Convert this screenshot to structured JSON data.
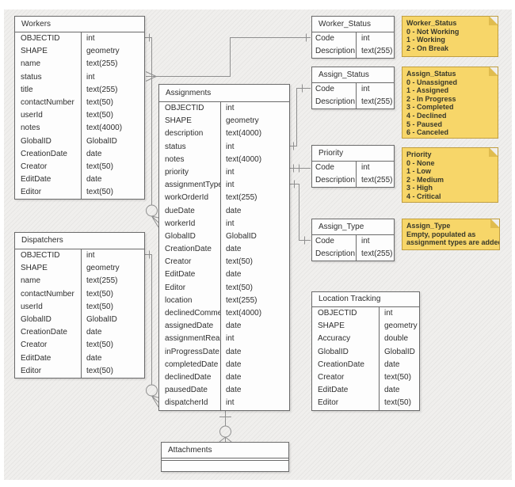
{
  "colors": {
    "canvas_background": "#F0EFED",
    "table_fill": "#FDFDFD",
    "table_border": "#6A6A6A",
    "connector_line": "#8F8F8F",
    "note_fill": "#F7D669",
    "note_fold": "#E0BC4E",
    "note_border": "#C09E40",
    "text": "#2E2E2E"
  },
  "tables": [
    {
      "id": "workers",
      "title": "Workers",
      "fields": [
        {
          "name": "OBJECTID",
          "type": "int"
        },
        {
          "name": "SHAPE",
          "type": "geometry"
        },
        {
          "name": "name",
          "type": "text(255)"
        },
        {
          "name": "status",
          "type": "int"
        },
        {
          "name": "title",
          "type": "text(255)"
        },
        {
          "name": "contactNumber",
          "type": "text(50)"
        },
        {
          "name": "userId",
          "type": "text(50)"
        },
        {
          "name": "notes",
          "type": "text(4000)"
        },
        {
          "name": "GlobalID",
          "type": "GlobalID"
        },
        {
          "name": "CreationDate",
          "type": "date"
        },
        {
          "name": "Creator",
          "type": "text(50)"
        },
        {
          "name": "EditDate",
          "type": "date"
        },
        {
          "name": "Editor",
          "type": "text(50)"
        }
      ]
    },
    {
      "id": "dispatchers",
      "title": "Dispatchers",
      "fields": [
        {
          "name": "OBJECTID",
          "type": "int"
        },
        {
          "name": "SHAPE",
          "type": "geometry"
        },
        {
          "name": "name",
          "type": "text(255)"
        },
        {
          "name": "contactNumber",
          "type": "text(50)"
        },
        {
          "name": "userId",
          "type": "text(50)"
        },
        {
          "name": "GlobalID",
          "type": "GlobalID"
        },
        {
          "name": "CreationDate",
          "type": "date"
        },
        {
          "name": "Creator",
          "type": "text(50)"
        },
        {
          "name": "EditDate",
          "type": "date"
        },
        {
          "name": "Editor",
          "type": "text(50)"
        }
      ]
    },
    {
      "id": "assignments",
      "title": "Assignments",
      "fields": [
        {
          "name": "OBJECTID",
          "type": "int"
        },
        {
          "name": "SHAPE",
          "type": "geometry"
        },
        {
          "name": "description",
          "type": "text(4000)"
        },
        {
          "name": "status",
          "type": "int"
        },
        {
          "name": "notes",
          "type": "text(4000)"
        },
        {
          "name": "priority",
          "type": "int"
        },
        {
          "name": "assignmentType",
          "type": "int"
        },
        {
          "name": "workOrderId",
          "type": "text(255)"
        },
        {
          "name": "dueDate",
          "type": "date"
        },
        {
          "name": "workerId",
          "type": "int"
        },
        {
          "name": "GlobalID",
          "type": "GlobalID"
        },
        {
          "name": "CreationDate",
          "type": "date"
        },
        {
          "name": "Creator",
          "type": "text(50)"
        },
        {
          "name": "EditDate",
          "type": "date"
        },
        {
          "name": "Editor",
          "type": "text(50)"
        },
        {
          "name": "location",
          "type": "text(255)"
        },
        {
          "name": "declinedComment",
          "type": "text(4000)"
        },
        {
          "name": "assignedDate",
          "type": "date"
        },
        {
          "name": "assignmentRead",
          "type": "int"
        },
        {
          "name": "inProgressDate",
          "type": "date"
        },
        {
          "name": "completedDate",
          "type": "date"
        },
        {
          "name": "declinedDate",
          "type": "date"
        },
        {
          "name": "pausedDate",
          "type": "date"
        },
        {
          "name": "dispatcherId",
          "type": "int"
        }
      ]
    },
    {
      "id": "worker-status",
      "title": "Worker_Status",
      "fields": [
        {
          "name": "Code",
          "type": "int"
        },
        {
          "name": "Description",
          "type": "text(255)"
        }
      ]
    },
    {
      "id": "assign-status",
      "title": "Assign_Status",
      "fields": [
        {
          "name": "Code",
          "type": "int"
        },
        {
          "name": "Description",
          "type": "text(255)"
        }
      ]
    },
    {
      "id": "priority",
      "title": "Priority",
      "fields": [
        {
          "name": "Code",
          "type": "int"
        },
        {
          "name": "Description",
          "type": "text(255)"
        }
      ]
    },
    {
      "id": "assign-type",
      "title": "Assign_Type",
      "fields": [
        {
          "name": "Code",
          "type": "int"
        },
        {
          "name": "Description",
          "type": "text(255)"
        }
      ]
    },
    {
      "id": "location-tracking",
      "title": "Location Tracking",
      "fields": [
        {
          "name": "OBJECTID",
          "type": "int"
        },
        {
          "name": "SHAPE",
          "type": "geometry"
        },
        {
          "name": "Accuracy",
          "type": "double"
        },
        {
          "name": "GlobalID",
          "type": "GlobalID"
        },
        {
          "name": "CreationDate",
          "type": "date"
        },
        {
          "name": "Creator",
          "type": "text(50)"
        },
        {
          "name": "EditDate",
          "type": "date"
        },
        {
          "name": "Editor",
          "type": "text(50)"
        }
      ]
    },
    {
      "id": "attachments",
      "title": "Attachments",
      "fields": [],
      "empty_rows": 1
    }
  ],
  "notes": [
    {
      "id": "worker-status-note",
      "title": "Worker_Status",
      "lines": [
        "0 - Not Working",
        "1 - Working",
        "2 - On Break"
      ]
    },
    {
      "id": "assign-status-note",
      "title": "Assign_Status",
      "lines": [
        "0 - Unassigned",
        "1 - Assigned",
        "2 - In Progress",
        "3 - Completed",
        "4 - Declined",
        "5 - Paused",
        "6 - Canceled"
      ]
    },
    {
      "id": "priority-note",
      "title": "Priority",
      "lines": [
        "0 - None",
        "1 - Low",
        "2 - Medium",
        "3 - High",
        "4 - Critical"
      ]
    },
    {
      "id": "assign-type-note",
      "title": "Assign_Type",
      "lines": [
        "Empty, populated as",
        "assignment types are added"
      ]
    }
  ],
  "relationships": [
    {
      "from": "Worker_Status.Code",
      "to": "Workers.status"
    },
    {
      "from": "Workers.OBJECTID",
      "to": "Assignments.workerId"
    },
    {
      "from": "Dispatchers.OBJECTID",
      "to": "Assignments.dispatcherId"
    },
    {
      "from": "Assign_Status.Code",
      "to": "Assignments.status"
    },
    {
      "from": "Priority.Code",
      "to": "Assignments.priority"
    },
    {
      "from": "Assign_Type.Code",
      "to": "Assignments.assignmentType"
    },
    {
      "from": "Assignments",
      "to": "Attachments"
    }
  ]
}
